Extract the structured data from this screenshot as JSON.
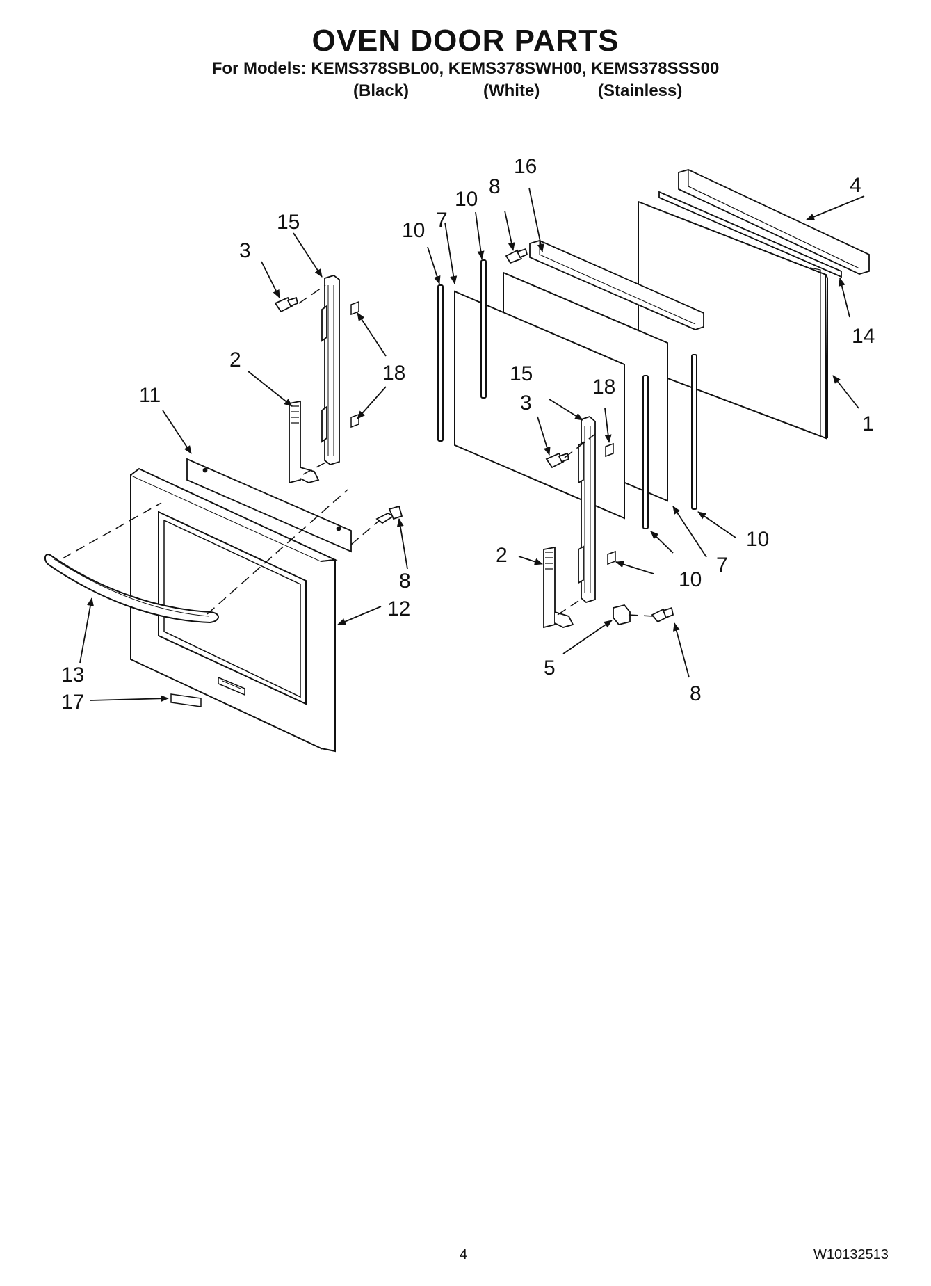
{
  "header": {
    "title": "OVEN DOOR PARTS",
    "models_line": "For Models: KEMS378SBL00, KEMS378SWH00, KEMS378SSS00",
    "finishes": [
      "(Black)",
      "(White)",
      "(Stainless)"
    ]
  },
  "callouts": {
    "c_1": "1",
    "c_2a": "2",
    "c_2b": "2",
    "c_3a": "3",
    "c_3b": "3",
    "c_4": "4",
    "c_5": "5",
    "c_7a": "7",
    "c_7b": "7",
    "c_8a": "8",
    "c_8b": "8",
    "c_8c": "8",
    "c_10a": "10",
    "c_10b": "10",
    "c_10c": "10",
    "c_10d": "10",
    "c_11": "11",
    "c_12": "12",
    "c_13": "13",
    "c_14": "14",
    "c_15a": "15",
    "c_15b": "15",
    "c_16": "16",
    "c_17": "17",
    "c_18a": "18",
    "c_18b": "18"
  },
  "footer": {
    "page_number": "4",
    "doc_number": "W10132513"
  },
  "colors": {
    "line": "#111111",
    "background": "#ffffff"
  }
}
